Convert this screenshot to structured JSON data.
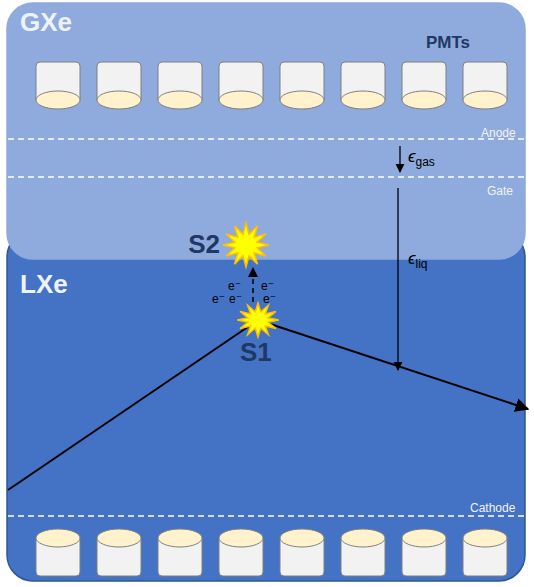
{
  "diagram": {
    "nodes": [
      {
        "text": [
          "GXe"
        ]
      },
      {
        "text": [
          "LXe"
        ]
      },
      {
        "text": [
          "S2"
        ],
        "in": 0
      },
      {
        "text": [
          "S1"
        ],
        "in": 1
      }
    ],
    "edges": [
      {
        "from": 3,
        "to": 2,
        "arrow": "to"
      }
    ],
    "labels": [
      "PMTs",
      "Anode",
      "ϵgas",
      "Gate",
      "ϵliq",
      "e⁻",
      "e⁻",
      "e⁻",
      "e⁻",
      "e⁻",
      "Cathode"
    ]
  }
}
